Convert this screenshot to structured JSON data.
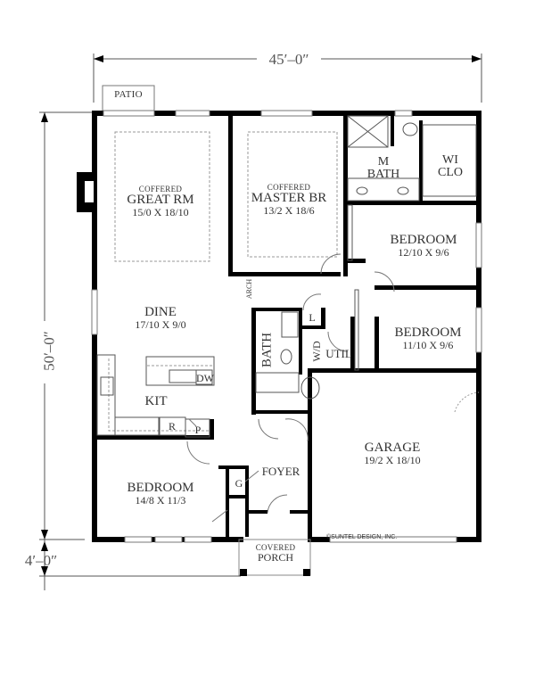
{
  "dimensions": {
    "width": "45′–0″",
    "depth": "50′–0″",
    "porch_depth": "4′–0″"
  },
  "rooms": {
    "patio": {
      "name": "PATIO"
    },
    "great_rm": {
      "prefix": "COFFERED",
      "name": "GREAT RM",
      "size": "15/0 X 18/10"
    },
    "master_br": {
      "prefix": "COFFERED",
      "name": "MASTER BR",
      "size": "13/2 X 18/6"
    },
    "m_bath": {
      "line1": "M",
      "line2": "BATH"
    },
    "wi_clo": {
      "line1": "WI",
      "line2": "CLO"
    },
    "bedroom2": {
      "name": "BEDROOM",
      "size": "12/10 X 9/6"
    },
    "bedroom3": {
      "name": "BEDROOM",
      "size": "11/10 X 9/6"
    },
    "dine": {
      "name": "DINE",
      "size": "17/10 X 9/0"
    },
    "kit": {
      "name": "KIT"
    },
    "bath": {
      "name": "BATH"
    },
    "util": {
      "name": "UTIL"
    },
    "garage": {
      "name": "GARAGE",
      "size": "19/2 X 18/10"
    },
    "foyer": {
      "name": "FOYER"
    },
    "bedroom4": {
      "name": "BEDROOM",
      "size": "14/8 X 11/3"
    },
    "covered_porch": {
      "prefix": "COVERED",
      "name": "PORCH"
    }
  },
  "fixtures": {
    "arch": "ARCH",
    "dishwasher": "DW",
    "refrigerator": "R",
    "pantry": "P",
    "linen": "L",
    "washer_dryer": "W/D",
    "guest_closet": "G"
  },
  "copyright": "©SUNTEL DESIGN, INC."
}
